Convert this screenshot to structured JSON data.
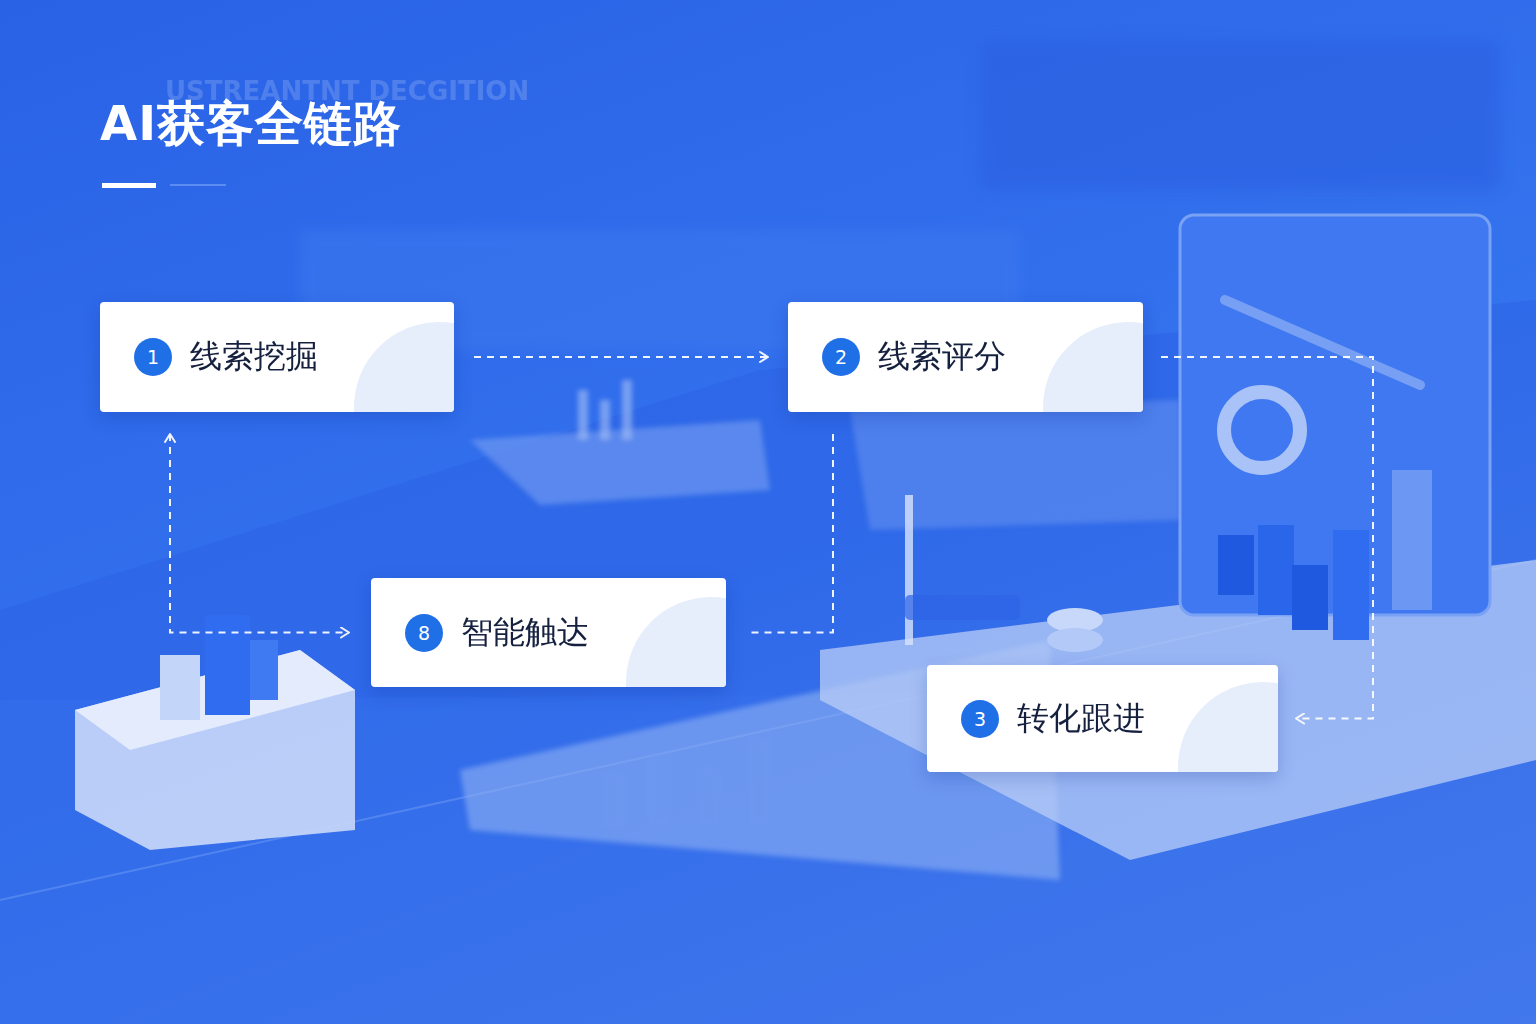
{
  "diagram": {
    "title": "AI获客全链路",
    "nodes": [
      {
        "text": [
          "1",
          "线索挖掘"
        ]
      },
      {
        "text": [
          "2",
          "线索评分"
        ]
      },
      {
        "text": [
          "8",
          "智能触达"
        ]
      },
      {
        "text": [
          "3",
          "转化跟进"
        ]
      }
    ],
    "edges": [
      {
        "from": 0,
        "to": 1,
        "arrow": "to"
      },
      {
        "from": 1,
        "to": 3,
        "arrow": "to"
      },
      {
        "from": 1,
        "to": 2,
        "arrow": "none"
      },
      {
        "from": 0,
        "to": 2,
        "arrow": "both"
      }
    ],
    "labels": [
      "USTREANTNT DECGITION"
    ]
  }
}
